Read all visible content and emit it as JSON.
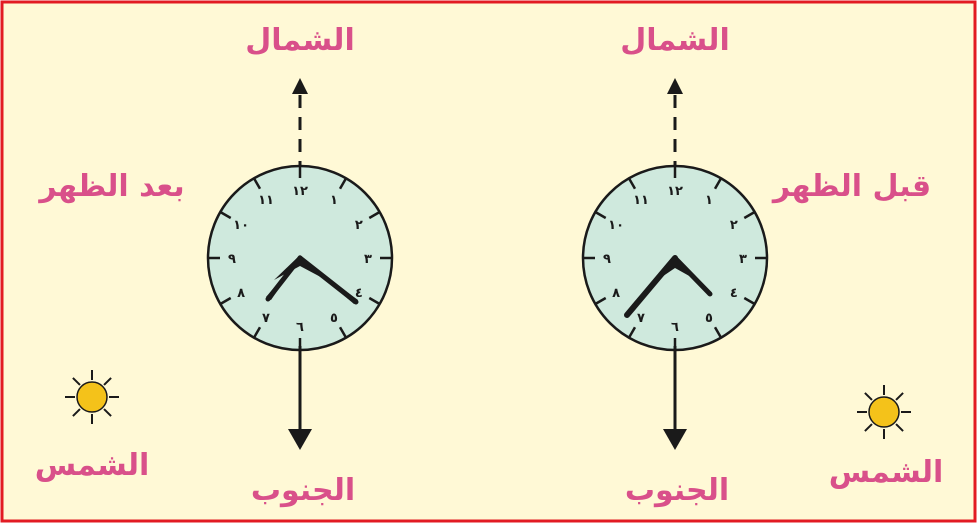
{
  "colors": {
    "background": "#fff9d6",
    "border": "#e21b23",
    "label": "#d9508a",
    "clock_face": "#cfe9dd",
    "ink": "#1a1a1a",
    "sun": "#f4c21a"
  },
  "left_panel": {
    "north_label": "الشمال",
    "south_label": "الجنوب",
    "time_label": "بعد الظهر",
    "sun_label": "الشمس",
    "sun_icon": "sun-icon",
    "clock_numerals": [
      "١٢",
      "١",
      "٢",
      "٣",
      "٤",
      "٥",
      "٦",
      "٧",
      "٨",
      "٩",
      "١٠",
      "١١"
    ]
  },
  "right_panel": {
    "north_label": "الشمال",
    "south_label": "الجنوب",
    "time_label": "قبل الظهر",
    "sun_label": "الشمس",
    "sun_icon": "sun-icon",
    "clock_numerals": [
      "١٢",
      "١",
      "٢",
      "٣",
      "٤",
      "٥",
      "٦",
      "٧",
      "٨",
      "٩",
      "١٠",
      "١١"
    ]
  }
}
